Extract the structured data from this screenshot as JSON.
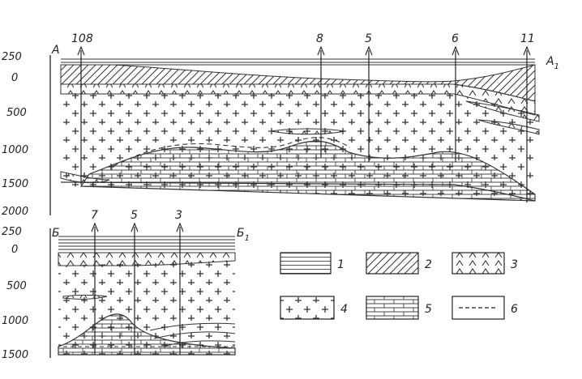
{
  "section_upper": {
    "start_label": "А",
    "end_label": "А",
    "end_label_sub": "1",
    "depth_labels": [
      "250",
      "0",
      "500",
      "1000",
      "1500",
      "2000"
    ],
    "wells": [
      "108",
      "8",
      "5",
      "6",
      "11"
    ]
  },
  "section_lower": {
    "start_label": "Б",
    "end_label": "Б",
    "end_label_sub": "1",
    "depth_labels": [
      "250",
      "0",
      "500",
      "1000",
      "1500"
    ],
    "wells": [
      "7",
      "5",
      "3"
    ]
  },
  "legend": [
    {
      "num": "1",
      "pattern": "layered-lines"
    },
    {
      "num": "2",
      "pattern": "hatched"
    },
    {
      "num": "3",
      "pattern": "carets"
    },
    {
      "num": "4",
      "pattern": "crosses"
    },
    {
      "num": "5",
      "pattern": "bricks"
    },
    {
      "num": "6",
      "pattern": "dashed-line"
    }
  ],
  "colors": {
    "ink": "#222222",
    "paper": "#ffffff"
  }
}
